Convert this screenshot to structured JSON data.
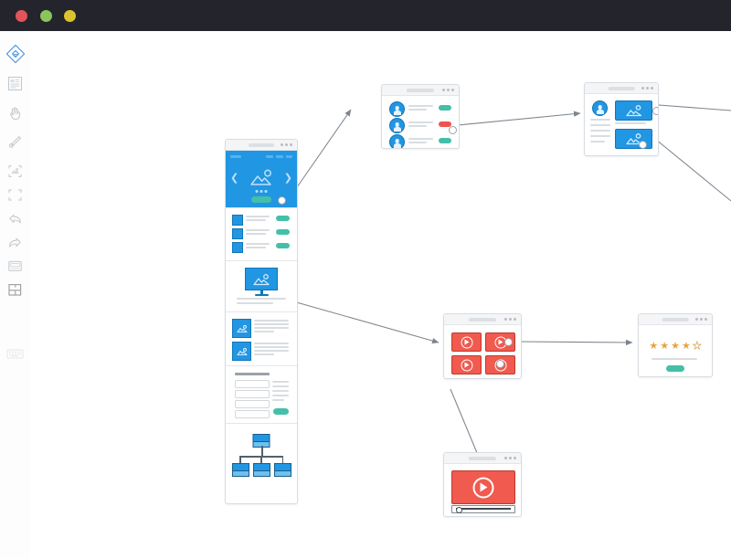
{
  "window": {
    "title": "",
    "traffic_lights": [
      "close",
      "minimize",
      "maximize"
    ],
    "colors": {
      "titlebar": "#23242c",
      "close": "#e0555a",
      "minimize": "#8ac45a",
      "maximize": "#ddc22e"
    }
  },
  "sidebar": {
    "items": [
      {
        "name": "logo-diamond",
        "label": "",
        "active": true
      },
      {
        "name": "wireframe-tool",
        "label": ""
      },
      {
        "name": "hand-tool",
        "label": ""
      },
      {
        "name": "pen-tool",
        "label": ""
      },
      {
        "name": "image-tool",
        "label": ""
      },
      {
        "name": "rectangle-tool",
        "label": ""
      },
      {
        "name": "arrow-left-tool",
        "label": ""
      },
      {
        "name": "arrow-right-tool",
        "label": ""
      },
      {
        "name": "note-tool",
        "label": ""
      },
      {
        "name": "layout-tool",
        "label": ""
      },
      {
        "name": "keyboard-tool",
        "label": ""
      }
    ]
  },
  "canvas": {
    "accent_blue": "#2196e3",
    "accent_teal": "#44bfa8",
    "accent_red": "#f05a4f",
    "accent_gold": "#e8a33d",
    "screens": [
      {
        "id": "homepage",
        "name": "home-page-wireframe",
        "title": "",
        "sections": [
          "hero-carousel",
          "feature-list",
          "video-promo",
          "article-list",
          "contact-form",
          "sitemap"
        ]
      },
      {
        "id": "contacts",
        "name": "contact-list-wireframe",
        "title": "",
        "rows": 3,
        "button_states": [
          "active",
          "alert",
          "active"
        ]
      },
      {
        "id": "profile",
        "name": "profile-detail-wireframe",
        "title": "",
        "cards": 2
      },
      {
        "id": "gallery",
        "name": "video-gallery-wireframe",
        "title": "",
        "tiles": 4
      },
      {
        "id": "rating",
        "name": "rating-wireframe",
        "title": "",
        "stars_filled": 4,
        "stars_total": 5
      },
      {
        "id": "player",
        "name": "video-player-wireframe",
        "title": "",
        "progress": 8
      }
    ],
    "connectors": [
      {
        "from": "homepage",
        "to": "contacts"
      },
      {
        "from": "contacts",
        "to": "profile"
      },
      {
        "from": "homepage",
        "to": "gallery"
      },
      {
        "from": "gallery",
        "to": "rating"
      },
      {
        "from": "gallery",
        "to": "player"
      },
      {
        "from": "profile",
        "to": "offscreen-right-top"
      },
      {
        "from": "profile",
        "to": "offscreen-right-bottom"
      }
    ]
  }
}
